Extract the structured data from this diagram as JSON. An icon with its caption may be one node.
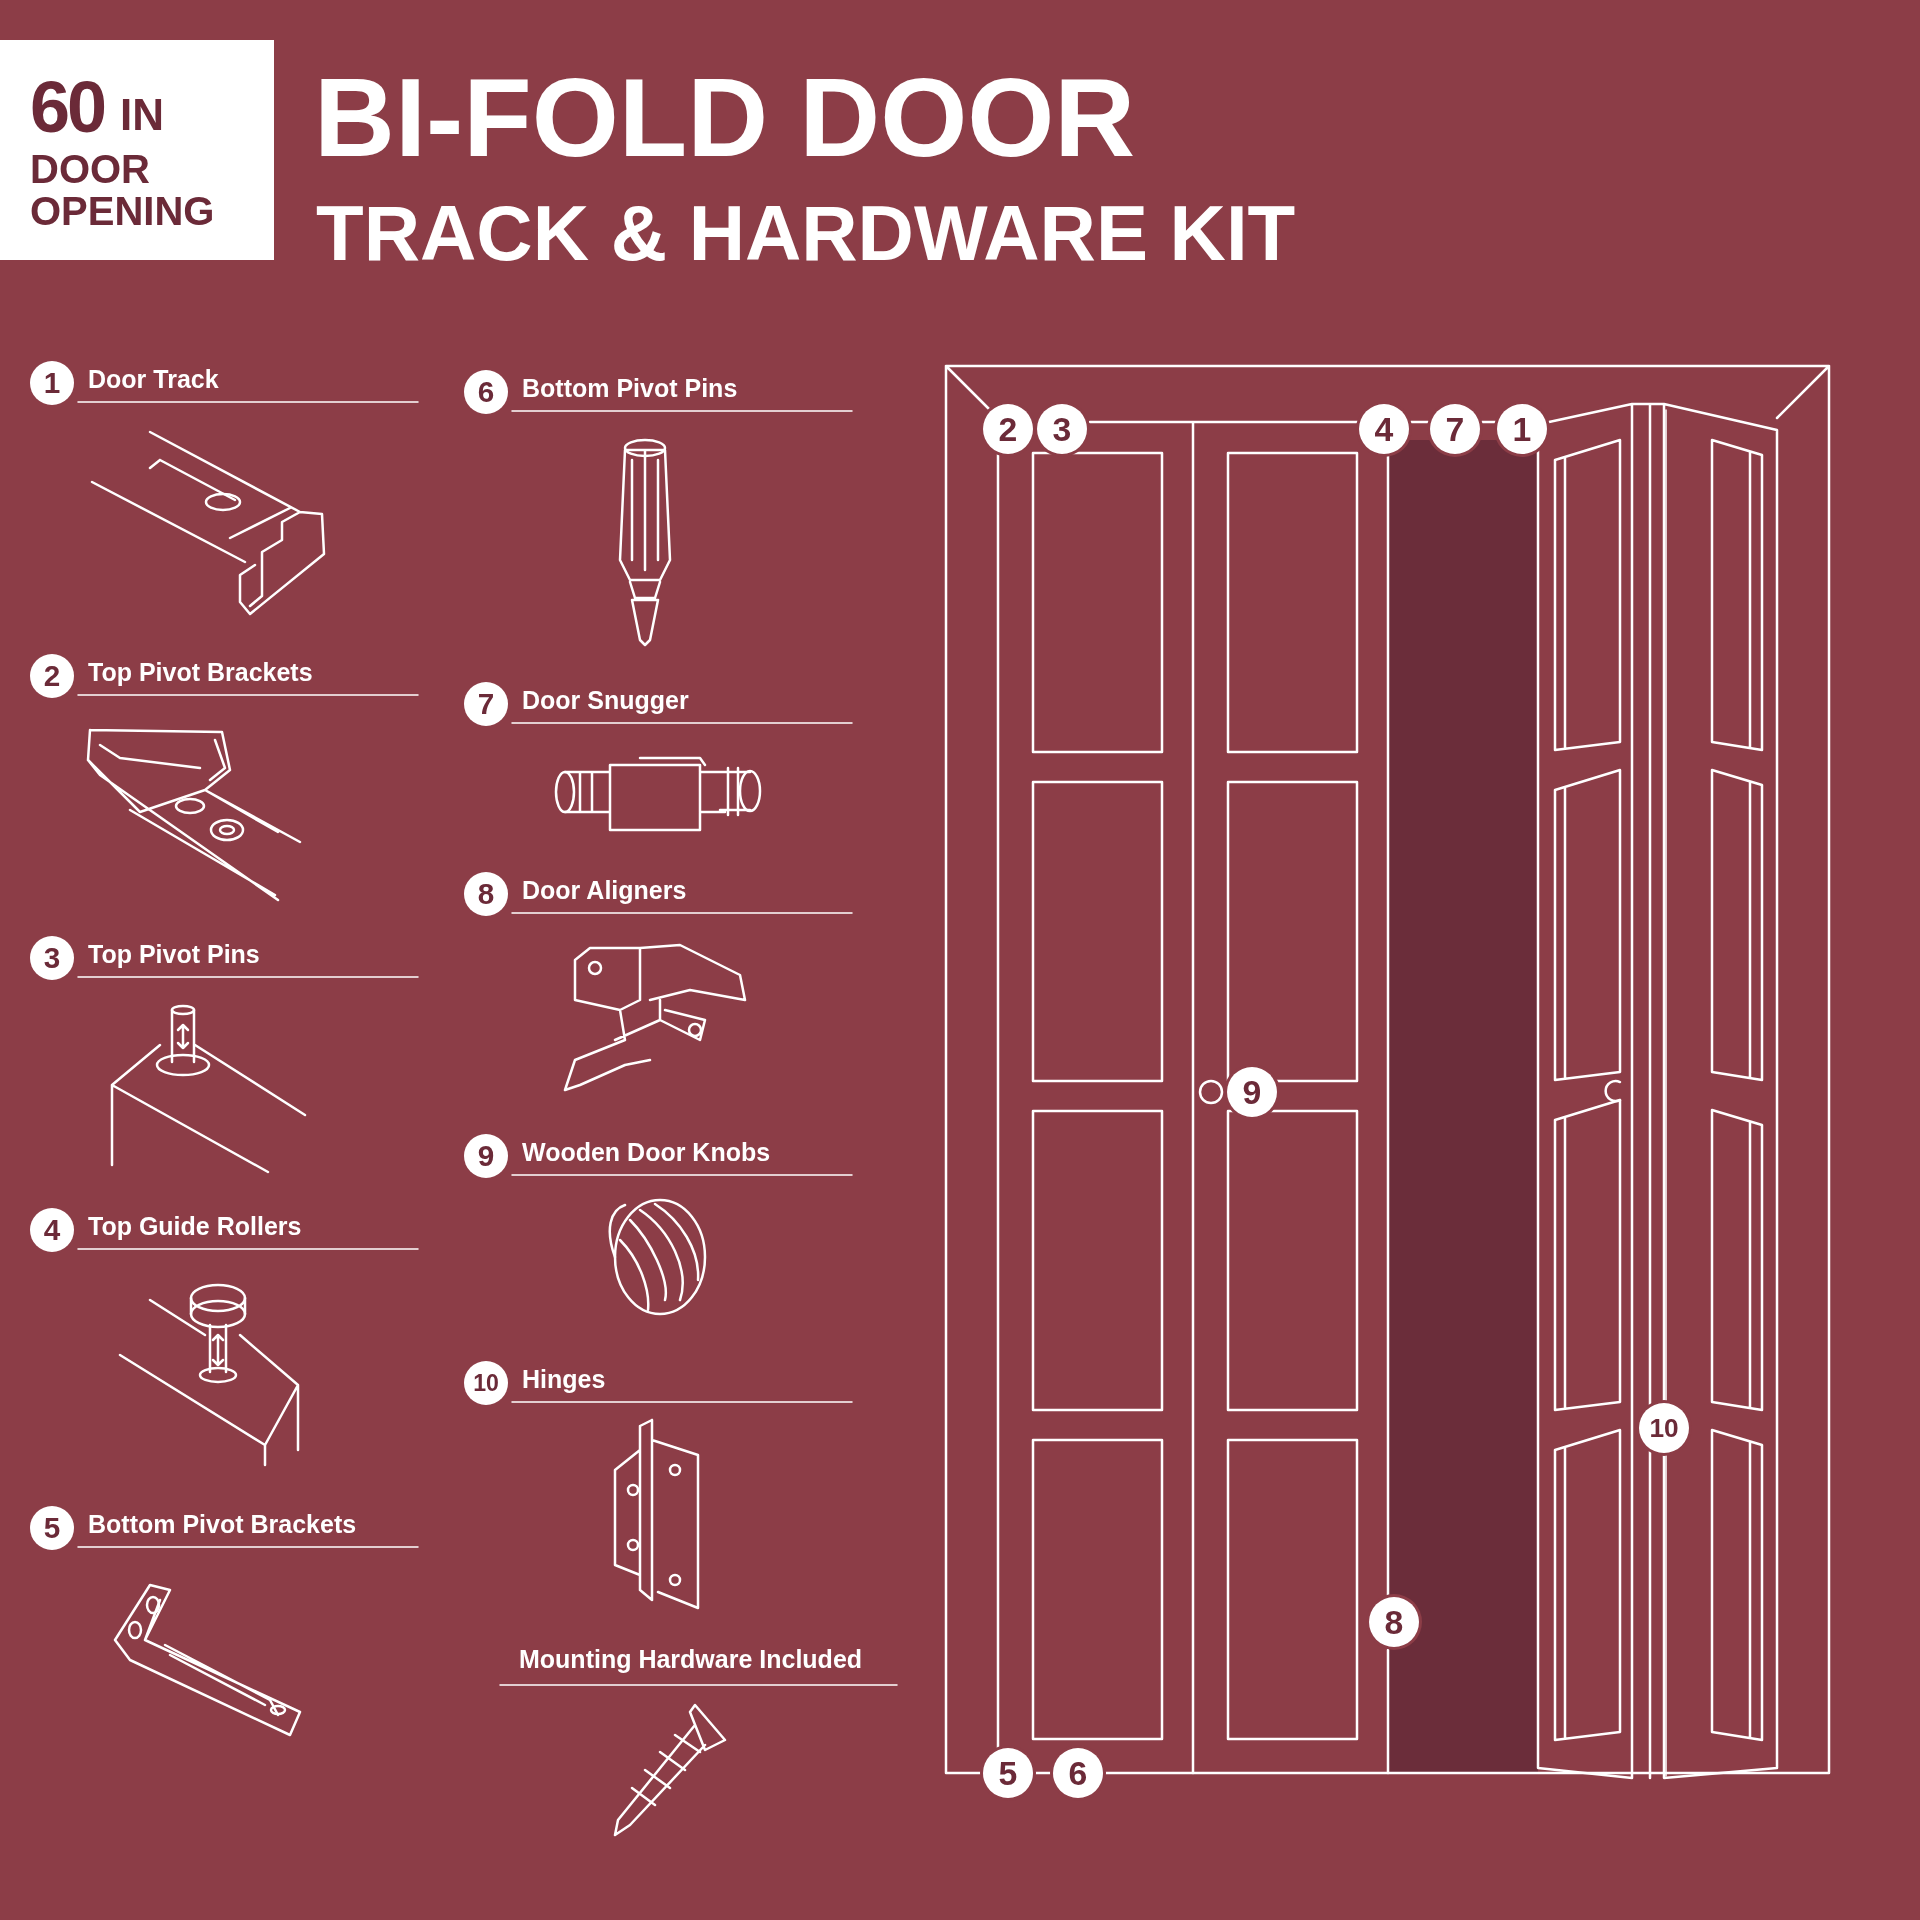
{
  "diagram": {
    "title": "BI-FOLD DOOR",
    "nodes": [
      {
        "text": [
          "60",
          "IN",
          "DOOR OPENING"
        ]
      },
      {
        "text": [
          "1"
        ],
        "beside": [
          "Door Track"
        ]
      },
      {
        "text": [
          "2"
        ],
        "beside": [
          "Top Pivot Brackets"
        ]
      },
      {
        "text": [
          "3"
        ],
        "beside": [
          "Top Pivot Pins"
        ]
      },
      {
        "text": [
          "4"
        ],
        "beside": [
          "Top Guide Rollers"
        ]
      },
      {
        "text": [
          "5"
        ],
        "beside": [
          "Bottom Pivot Brackets"
        ]
      },
      {
        "text": [
          "6"
        ],
        "beside": [
          "Bottom Pivot Pins"
        ]
      },
      {
        "text": [
          "7"
        ],
        "beside": [
          "Door Snugger"
        ]
      },
      {
        "text": [
          "8"
        ],
        "beside": [
          "Door Aligners"
        ]
      },
      {
        "text": [
          "9"
        ],
        "beside": [
          "Wooden Door Knobs"
        ]
      },
      {
        "text": [
          "10"
        ],
        "beside": [
          "Hinges"
        ]
      },
      {
        "text": [
          "2"
        ]
      },
      {
        "text": [
          "3"
        ]
      },
      {
        "text": [
          "4"
        ]
      },
      {
        "text": [
          "7"
        ]
      },
      {
        "text": [
          "1"
        ]
      },
      {
        "text": [
          "9"
        ]
      },
      {
        "text": [
          "10"
        ]
      },
      {
        "text": [
          "8"
        ]
      },
      {
        "text": [
          "5"
        ]
      },
      {
        "text": [
          "6"
        ]
      }
    ],
    "labels": [
      "TRACK & HARDWARE KIT",
      "Mounting Hardware Included"
    ]
  }
}
